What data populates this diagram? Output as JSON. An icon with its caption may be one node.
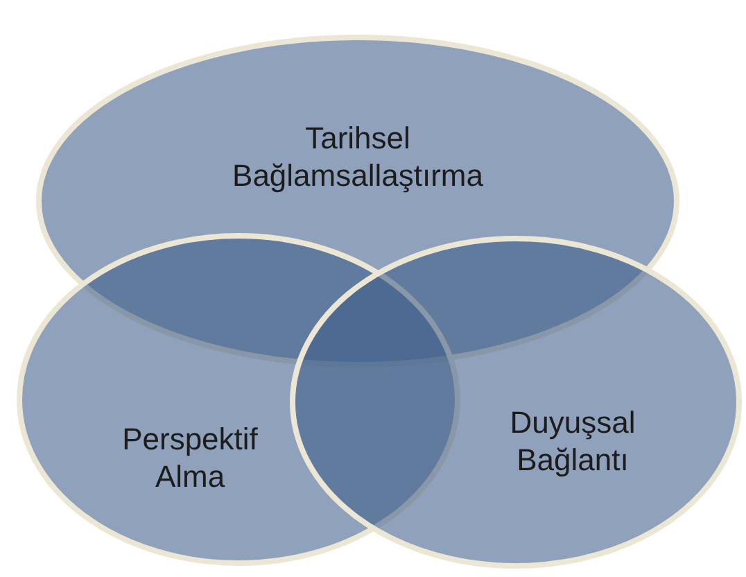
{
  "diagram": {
    "nodes": [
      {
        "text": [
          "Tarihsel Bağlamsallaştırma"
        ]
      },
      {
        "text": [
          "Perspektif Alma"
        ]
      },
      {
        "text": [
          "Duyuşsal Bağlantı"
        ]
      }
    ]
  }
}
